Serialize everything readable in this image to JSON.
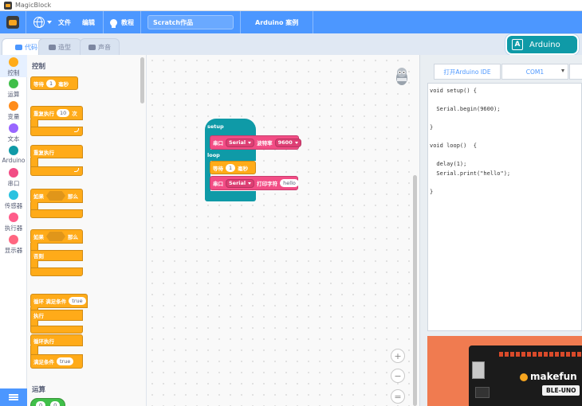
{
  "window": {
    "title": "MagicBlock"
  },
  "menubar": {
    "file": "文件",
    "edit": "编辑",
    "tutorial": "教程",
    "project_name": "Scratch作品",
    "examples": "Arduino 案例"
  },
  "tabs": [
    {
      "label": "代码"
    },
    {
      "label": "造型"
    },
    {
      "label": "声音"
    }
  ],
  "mode_button": {
    "label": "Arduino"
  },
  "categories": [
    {
      "label": "控制",
      "color": "#ffab19"
    },
    {
      "label": "运算",
      "color": "#40bf4a"
    },
    {
      "label": "变量",
      "color": "#ff8c1a"
    },
    {
      "label": "文本",
      "color": "#9966ff"
    },
    {
      "label": "Arduino",
      "color": "#0f9aa7"
    },
    {
      "label": "串口",
      "color": "#f24d85"
    },
    {
      "label": "传感器",
      "color": "#2bc2e0"
    },
    {
      "label": "执行器",
      "color": "#ff5c8a"
    },
    {
      "label": "显示器",
      "color": "#ff6680"
    }
  ],
  "palette": {
    "section_control": "控制",
    "section_operators": "运算",
    "wait": {
      "prefix": "等待",
      "value": "1",
      "suffix": "毫秒"
    },
    "repeat": {
      "prefix": "重复执行",
      "value": "10",
      "suffix": "次"
    },
    "forever": {
      "label": "重复执行"
    },
    "if_then": {
      "prefix": "如果",
      "suffix": "那么"
    },
    "if_else": {
      "prefix": "如果",
      "suffix": "那么",
      "else": "否则"
    },
    "repeat_until": {
      "prefix": "循环 满足条件",
      "value": "true",
      "do": "执行"
    },
    "do_while": {
      "label": "循环执行",
      "suffix": "满足条件",
      "value": "true"
    },
    "op_values": [
      "0",
      "0"
    ]
  },
  "workspace": {
    "setup_label": "setup",
    "loop_label": "loop",
    "serial_begin": {
      "prefix": "串口",
      "port": "Serial",
      "middle": "波特率",
      "baud": "9600"
    },
    "wait": {
      "prefix": "等待",
      "value": "1",
      "suffix": "毫秒"
    },
    "serial_print": {
      "prefix": "串口",
      "port": "Serial",
      "middle": "打印字符",
      "text": "hello"
    },
    "zoom_in": "+",
    "zoom_out": "−",
    "zoom_reset": "="
  },
  "code_panel": {
    "open_ide": "打开Arduino IDE",
    "port": "COM1",
    "code": "void setup() {\n\n  Serial.begin(9600);\n\n}\n\nvoid loop()  {\n\n  delay(1);\n  Serial.print(\"hello\");\n\n}",
    "board_brand": "makefun",
    "board_model": "BLE-UNO"
  }
}
